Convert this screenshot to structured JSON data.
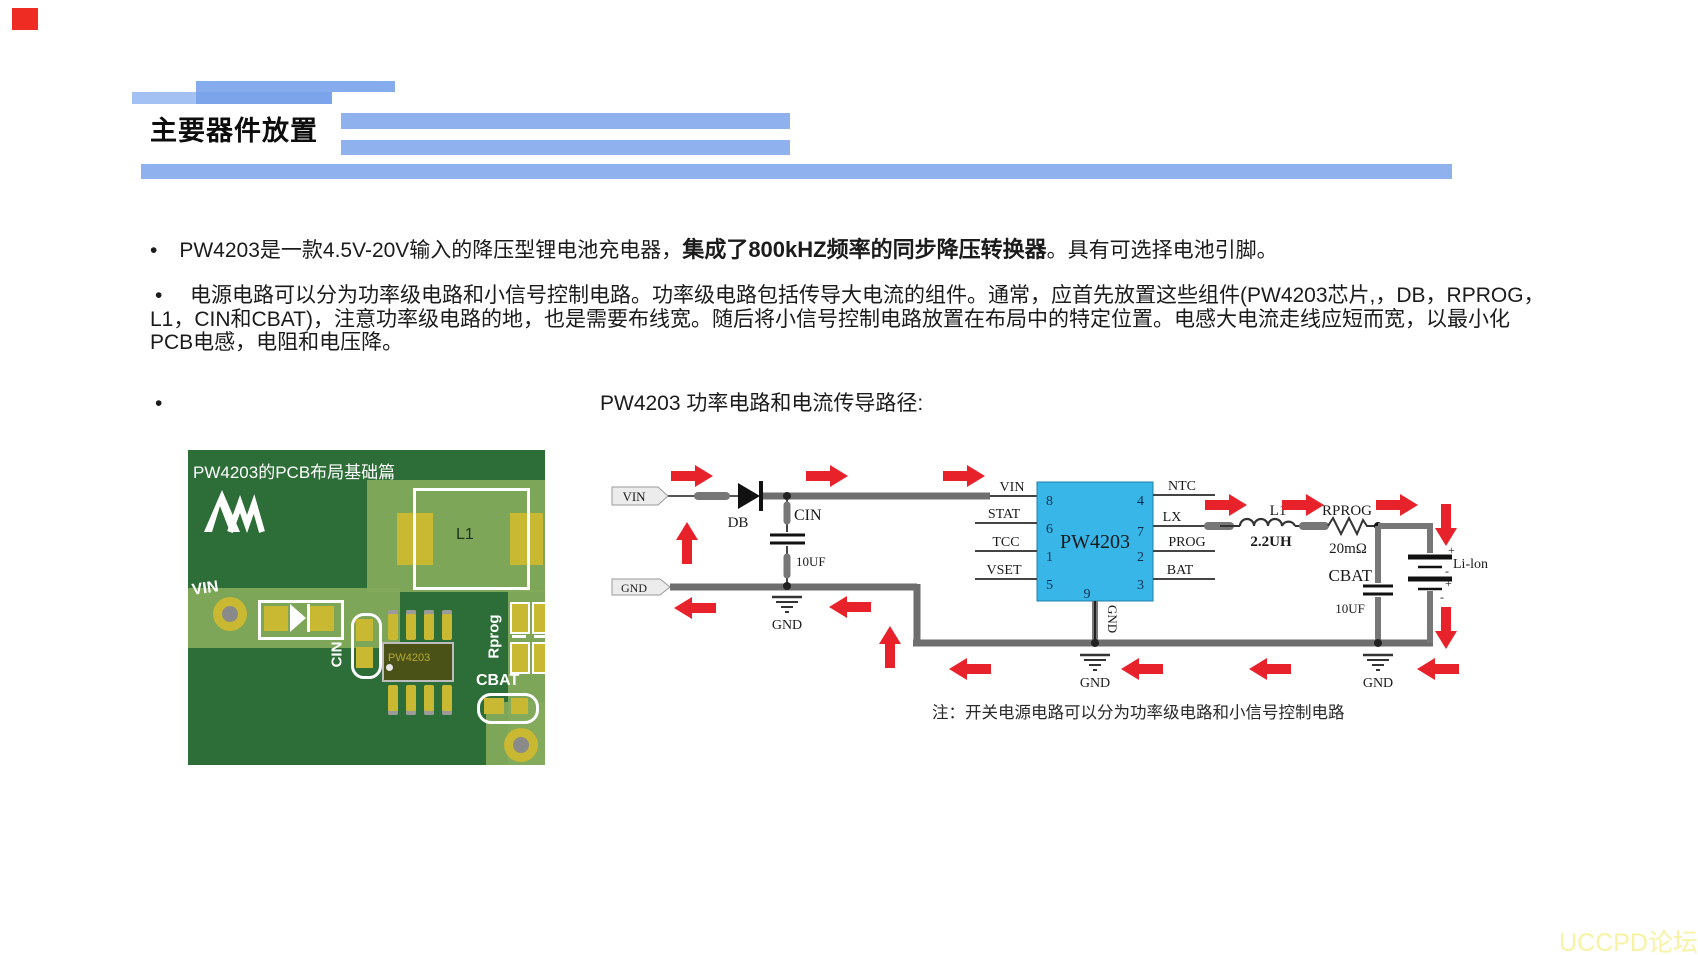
{
  "header": {
    "title": "主要器件放置",
    "bar_color": "#8fb2ef"
  },
  "bullets": {
    "marker": "•",
    "b1_pre": "PW4203是一款4.5V-20V输入的降压型锂电池充电器，",
    "b1_bold": "集成了800kHZ频率的同步降压转换器",
    "b1_post": "。具有可选择电池引脚。",
    "b2": "电源电路可以分为功率级电路和小信号控制电路。功率级电路包括传导大电流的组件。通常，应首先放置这些组件(PW4203芯片,，DB，RPROG，L1，CIN和CBAT)，注意功率级电路的地，也是需要布线宽。随后将小信号控制电路放置在布局中的特定位置。电感大电流走线应短而宽，以最小化PCB电感，电阻和电压降。",
    "b3": "PW4203 功率电路和电流传导路径:"
  },
  "pcb": {
    "title": "PW4203的PCB布局基础篇",
    "l1": "L1",
    "vin": "VIN",
    "cin": "CIN",
    "chip": "PW4203",
    "rprog": "Rprog",
    "cbat": "CBAT",
    "colors": {
      "board": "#2d6e38",
      "copper": "#84aa5c",
      "pad": "#c9b832",
      "silkscreen": "#ffffff"
    }
  },
  "schematic": {
    "vin_flag": "VIN",
    "gnd_flag": "GND",
    "diode": "DB",
    "cin_name": "CIN",
    "cin_value": "10UF",
    "chip": {
      "name": "PW4203",
      "left_pins": [
        {
          "label": "VIN",
          "num": "8"
        },
        {
          "label": "STAT",
          "num": "6"
        },
        {
          "label": "TCC",
          "num": "1"
        },
        {
          "label": "VSET",
          "num": "5"
        }
      ],
      "right_pins": [
        {
          "label": "NTC",
          "num": "4"
        },
        {
          "label": "LX",
          "num": "7"
        },
        {
          "label": "PROG",
          "num": "2"
        },
        {
          "label": "BAT",
          "num": "3"
        }
      ],
      "bottom_pin": {
        "label": "GND",
        "num": "9"
      }
    },
    "l1_name": "L1",
    "l1_value": "2.2UH",
    "rprog_name": "RPROG",
    "rprog_value": "20mΩ",
    "cbat_name": "CBAT",
    "cbat_value": "10UF",
    "battery_label": "Li-lon",
    "battery_marks": {
      "p1": "+",
      "m1": "-",
      "p2": "+",
      "m2": "-"
    },
    "gnd": "GND",
    "note": "注：开关电源电路可以分为功率级电路和小信号控制电路",
    "colors": {
      "chip": "#38b6e8",
      "arrow": "#e8222b",
      "wire": "#6e6e6e"
    }
  },
  "watermark": {
    "text": "UCCPD论坛",
    "color": "#f7f3a3"
  },
  "corner_marker_color": "#ee2c24"
}
